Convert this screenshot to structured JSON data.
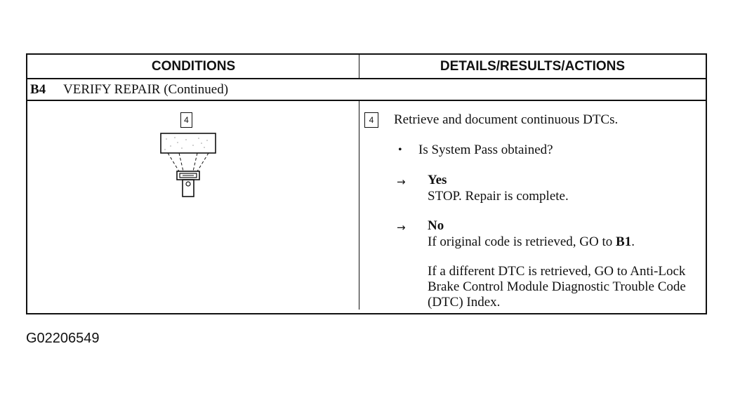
{
  "header": {
    "conditions": "CONDITIONS",
    "details": "DETAILS/RESULTS/ACTIONS"
  },
  "step": {
    "id": "B4",
    "title": "VERIFY REPAIR (Continued)"
  },
  "diagram": {
    "step_number": "4",
    "icon": "scan-tool-connected-to-vehicle-connector-icon"
  },
  "actions": {
    "step_number": "4",
    "instruction": "Retrieve and document continuous DTCs.",
    "bullet": "•",
    "question": "Is System Pass obtained?",
    "yes": {
      "arrow": "→",
      "label": "Yes",
      "text": "STOP. Repair is complete."
    },
    "no": {
      "arrow": "→",
      "label": "No",
      "text_prefix": "If original code is retrieved, GO to ",
      "text_ref": "B1",
      "text_suffix": ".",
      "text2": "If a different DTC is retrieved, GO to Anti-Lock Brake Control Module Diagnostic Trouble Code (DTC) Index."
    }
  },
  "figure_id": "G02206549"
}
